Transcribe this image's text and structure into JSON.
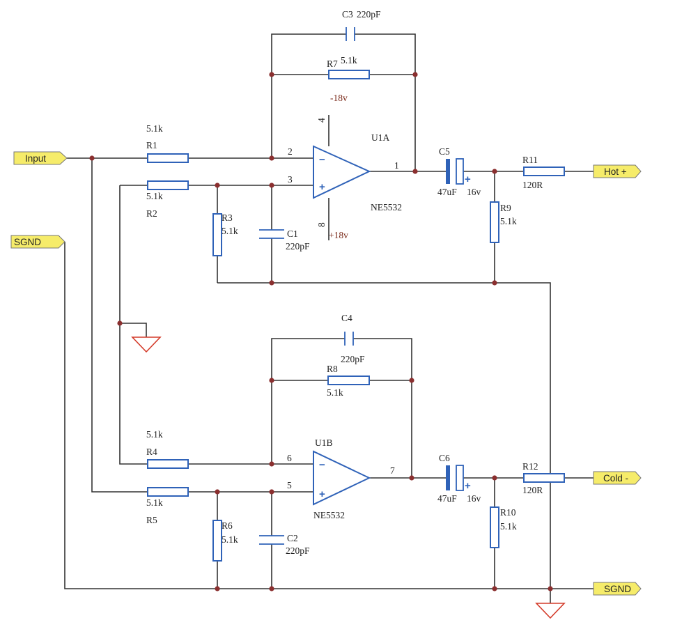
{
  "ports": {
    "input": "Input",
    "sgnd_left": "SGND",
    "hot": "Hot +",
    "cold": "Cold -",
    "sgnd_right": "SGND"
  },
  "opamps": {
    "u1a": {
      "ref": "U1A",
      "part": "NE5532",
      "pin_inv": "2",
      "pin_noninv": "3",
      "pin_out": "1",
      "pin_vneg": "4",
      "pin_vpos": "8",
      "vneg": "-18v",
      "vpos": "+18v"
    },
    "u1b": {
      "ref": "U1B",
      "part": "NE5532",
      "pin_inv": "6",
      "pin_noninv": "5",
      "pin_out": "7"
    }
  },
  "resistors": {
    "r1": {
      "ref": "R1",
      "value": "5.1k"
    },
    "r2": {
      "ref": "R2",
      "value": "5.1k"
    },
    "r3": {
      "ref": "R3",
      "value": "5.1k"
    },
    "r4": {
      "ref": "R4",
      "value": "5.1k"
    },
    "r5": {
      "ref": "R5",
      "value": "5.1k"
    },
    "r6": {
      "ref": "R6",
      "value": "5.1k"
    },
    "r7": {
      "ref": "R7",
      "value": "5.1k"
    },
    "r8": {
      "ref": "R8",
      "value": "5.1k"
    },
    "r9": {
      "ref": "R9",
      "value": "5.1k"
    },
    "r10": {
      "ref": "R10",
      "value": "5.1k"
    },
    "r11": {
      "ref": "R11",
      "value": "120R"
    },
    "r12": {
      "ref": "R12",
      "value": "120R"
    }
  },
  "capacitors": {
    "c1": {
      "ref": "C1",
      "value": "220pF"
    },
    "c2": {
      "ref": "C2",
      "value": "220pF"
    },
    "c3": {
      "ref": "C3",
      "value": "220pF"
    },
    "c4": {
      "ref": "C4",
      "value": "220pF"
    },
    "c5": {
      "ref": "C5",
      "value": "47uF",
      "voltage": "16v"
    },
    "c6": {
      "ref": "C6",
      "value": "47uF",
      "voltage": "16v"
    }
  },
  "signs": {
    "plus": "+",
    "minus": "−"
  },
  "colors": {
    "component": "#2f62b8",
    "wire": "#333333",
    "junction": "#8b2f2f",
    "ground": "#d43b2a",
    "port": "#f6ec6a"
  }
}
